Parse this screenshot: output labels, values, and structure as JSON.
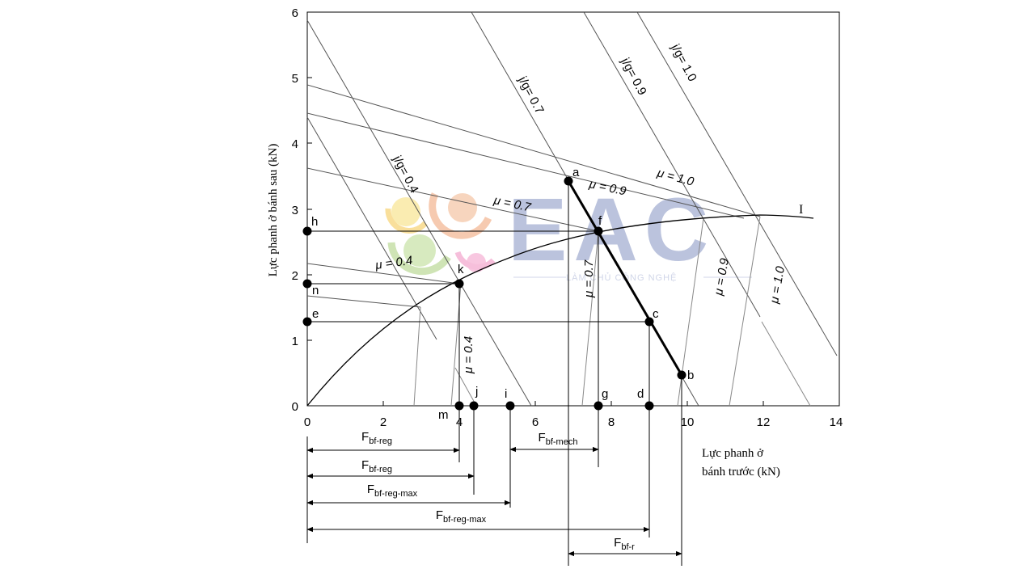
{
  "axes": {
    "x_label_line1": "Lực phanh ở",
    "x_label_line2": "bánh trước (kN)",
    "y_label": "Lực phanh ở bánh sau (kN)",
    "x_ticks": [
      "0",
      "2",
      "4",
      "6",
      "8",
      "10",
      "12",
      "14"
    ],
    "y_ticks": [
      "0",
      "1",
      "2",
      "3",
      "4",
      "5",
      "6"
    ],
    "x_range": [
      0,
      14
    ],
    "y_range": [
      0,
      6
    ]
  },
  "curve_label": "I",
  "decel_lines": [
    {
      "text": "j/g= 0.4"
    },
    {
      "text": "j/g= 0.7"
    },
    {
      "text": "j/g= 0.9"
    },
    {
      "text": "j/g= 1.0"
    }
  ],
  "mu_labels": [
    {
      "text": "μ = 0.4"
    },
    {
      "text": "μ = 0.7"
    },
    {
      "text": "μ = 0.9"
    },
    {
      "text": "μ = 1.0"
    },
    {
      "text": "μ = 0.4"
    },
    {
      "text": "μ = 0.7"
    },
    {
      "text": "μ = 0.9"
    },
    {
      "text": "μ = 1.0"
    }
  ],
  "points": [
    {
      "label": "a",
      "x": 6.9,
      "y": 3.43
    },
    {
      "label": "f",
      "x": 7.6,
      "y": 2.65
    },
    {
      "label": "c",
      "x": 9.0,
      "y": 1.28
    },
    {
      "label": "b",
      "x": 9.8,
      "y": 0.47
    },
    {
      "label": "h",
      "x": 0,
      "y": 2.65
    },
    {
      "label": "n",
      "x": 0,
      "y": 1.87
    },
    {
      "label": "e",
      "x": 0,
      "y": 1.28
    },
    {
      "label": "k",
      "x": 4.0,
      "y": 1.87
    },
    {
      "label": "m",
      "x": 4.0,
      "y": 0
    },
    {
      "label": "j",
      "x": 4.35,
      "y": 0
    },
    {
      "label": "i",
      "x": 5.3,
      "y": 0
    },
    {
      "label": "g",
      "x": 7.6,
      "y": 0
    },
    {
      "label": "d",
      "x": 9.0,
      "y": 0
    }
  ],
  "dimensions": [
    {
      "main": "F",
      "sub": "bf-reg"
    },
    {
      "main": "F",
      "sub": "bf-reg"
    },
    {
      "main": "F",
      "sub": "bf-reg-max"
    },
    {
      "main": "F",
      "sub": "bf-mech"
    },
    {
      "main": "F",
      "sub": "bf-reg-max"
    },
    {
      "main": "F",
      "sub": "bf-r"
    }
  ],
  "watermark": {
    "brand": "EAC",
    "tagline": "LÀM CHỦ CÔNG NGHỆ"
  }
}
